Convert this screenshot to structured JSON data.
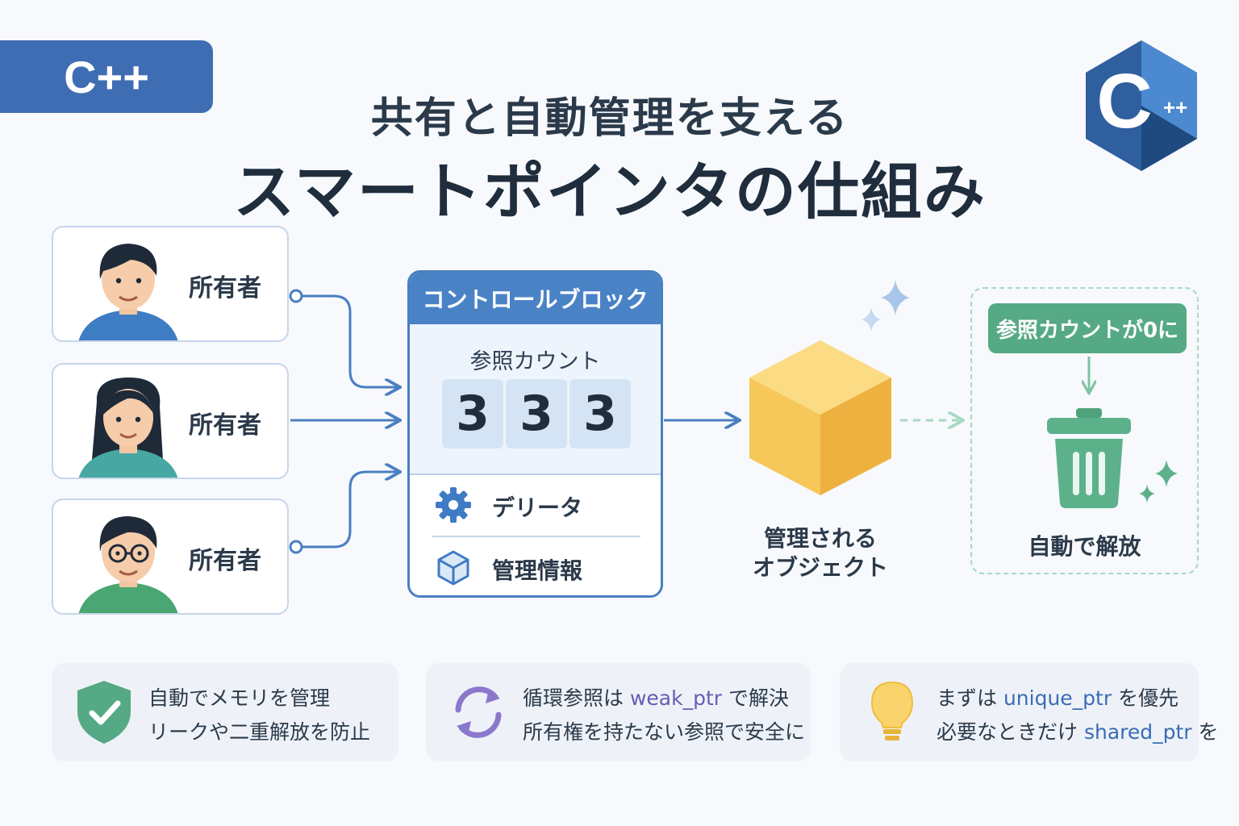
{
  "badge": "C++",
  "title": {
    "line1": "共有と自動管理を支える",
    "line2": "スマートポインタの仕組み"
  },
  "logo": {
    "icon": "cpp-hexagon-logo",
    "text": "C",
    "plus": "++"
  },
  "owners": [
    {
      "label": "所有者",
      "icon": "man-avatar-icon"
    },
    {
      "label": "所有者",
      "icon": "woman-avatar-icon"
    },
    {
      "label": "所有者",
      "icon": "man-glasses-avatar-icon"
    }
  ],
  "control_block": {
    "title": "コントロールブロック",
    "ref_label": "参照カウント",
    "digits": [
      "3",
      "3",
      "3"
    ],
    "rows": [
      {
        "label": "デリータ",
        "icon": "gear-icon"
      },
      {
        "label": "管理情報",
        "icon": "cube-outline-icon"
      }
    ]
  },
  "managed_object": {
    "line1": "管理される",
    "line2": "オブジェクト",
    "icon": "yellow-cube-icon"
  },
  "release": {
    "badge": "参照カウントが0に",
    "label": "自動で解放",
    "icon": "trash-can-icon"
  },
  "tips": [
    {
      "icon": "shield-check-icon",
      "line1": "自動でメモリを管理",
      "line2": "リークや二重解放を防止"
    },
    {
      "icon": "cycle-arrows-icon",
      "line1_a": "循環参照は ",
      "line1_code": "weak_ptr",
      "line1_b": " で解決",
      "line2": "所有権を持たない参照で安全に"
    },
    {
      "icon": "lightbulb-icon",
      "line1_a": "まずは ",
      "line1_code": "unique_ptr",
      "line1_b": " を優先",
      "line2_a": "必要なときだけ ",
      "line2_code": "shared_ptr",
      "line2_b": " を"
    }
  ],
  "colors": {
    "primary": "#3f6db3",
    "accent_green": "#56a985",
    "cube": "#f6c85a",
    "text": "#23354d"
  }
}
